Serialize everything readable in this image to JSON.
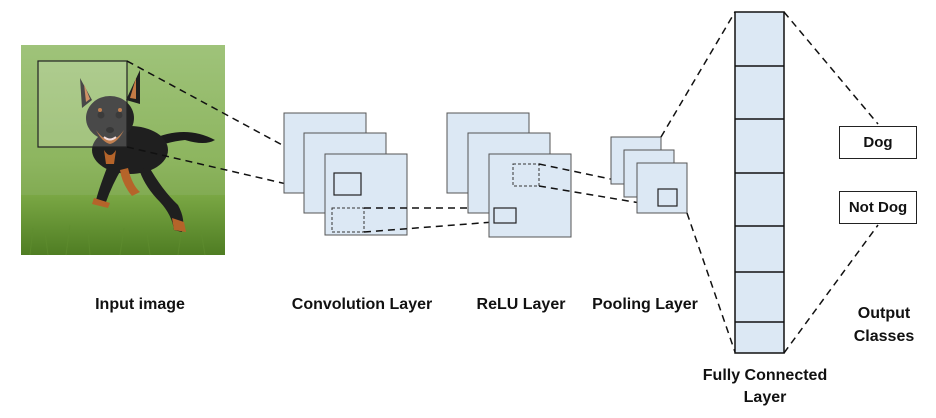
{
  "labels": {
    "input": "Input image",
    "convolution": "Convolution Layer",
    "relu": "ReLU Layer",
    "pooling": "Pooling Layer",
    "fully_connected_line1": "Fully Connected",
    "fully_connected_line2": "Layer",
    "output_line1": "Output",
    "output_line2": "Classes"
  },
  "output_classes": [
    "Dog",
    "Not Dog"
  ],
  "colors": {
    "feature_map_fill": "#dce8f4",
    "feature_map_stroke": "#555555",
    "line": "#111111"
  }
}
